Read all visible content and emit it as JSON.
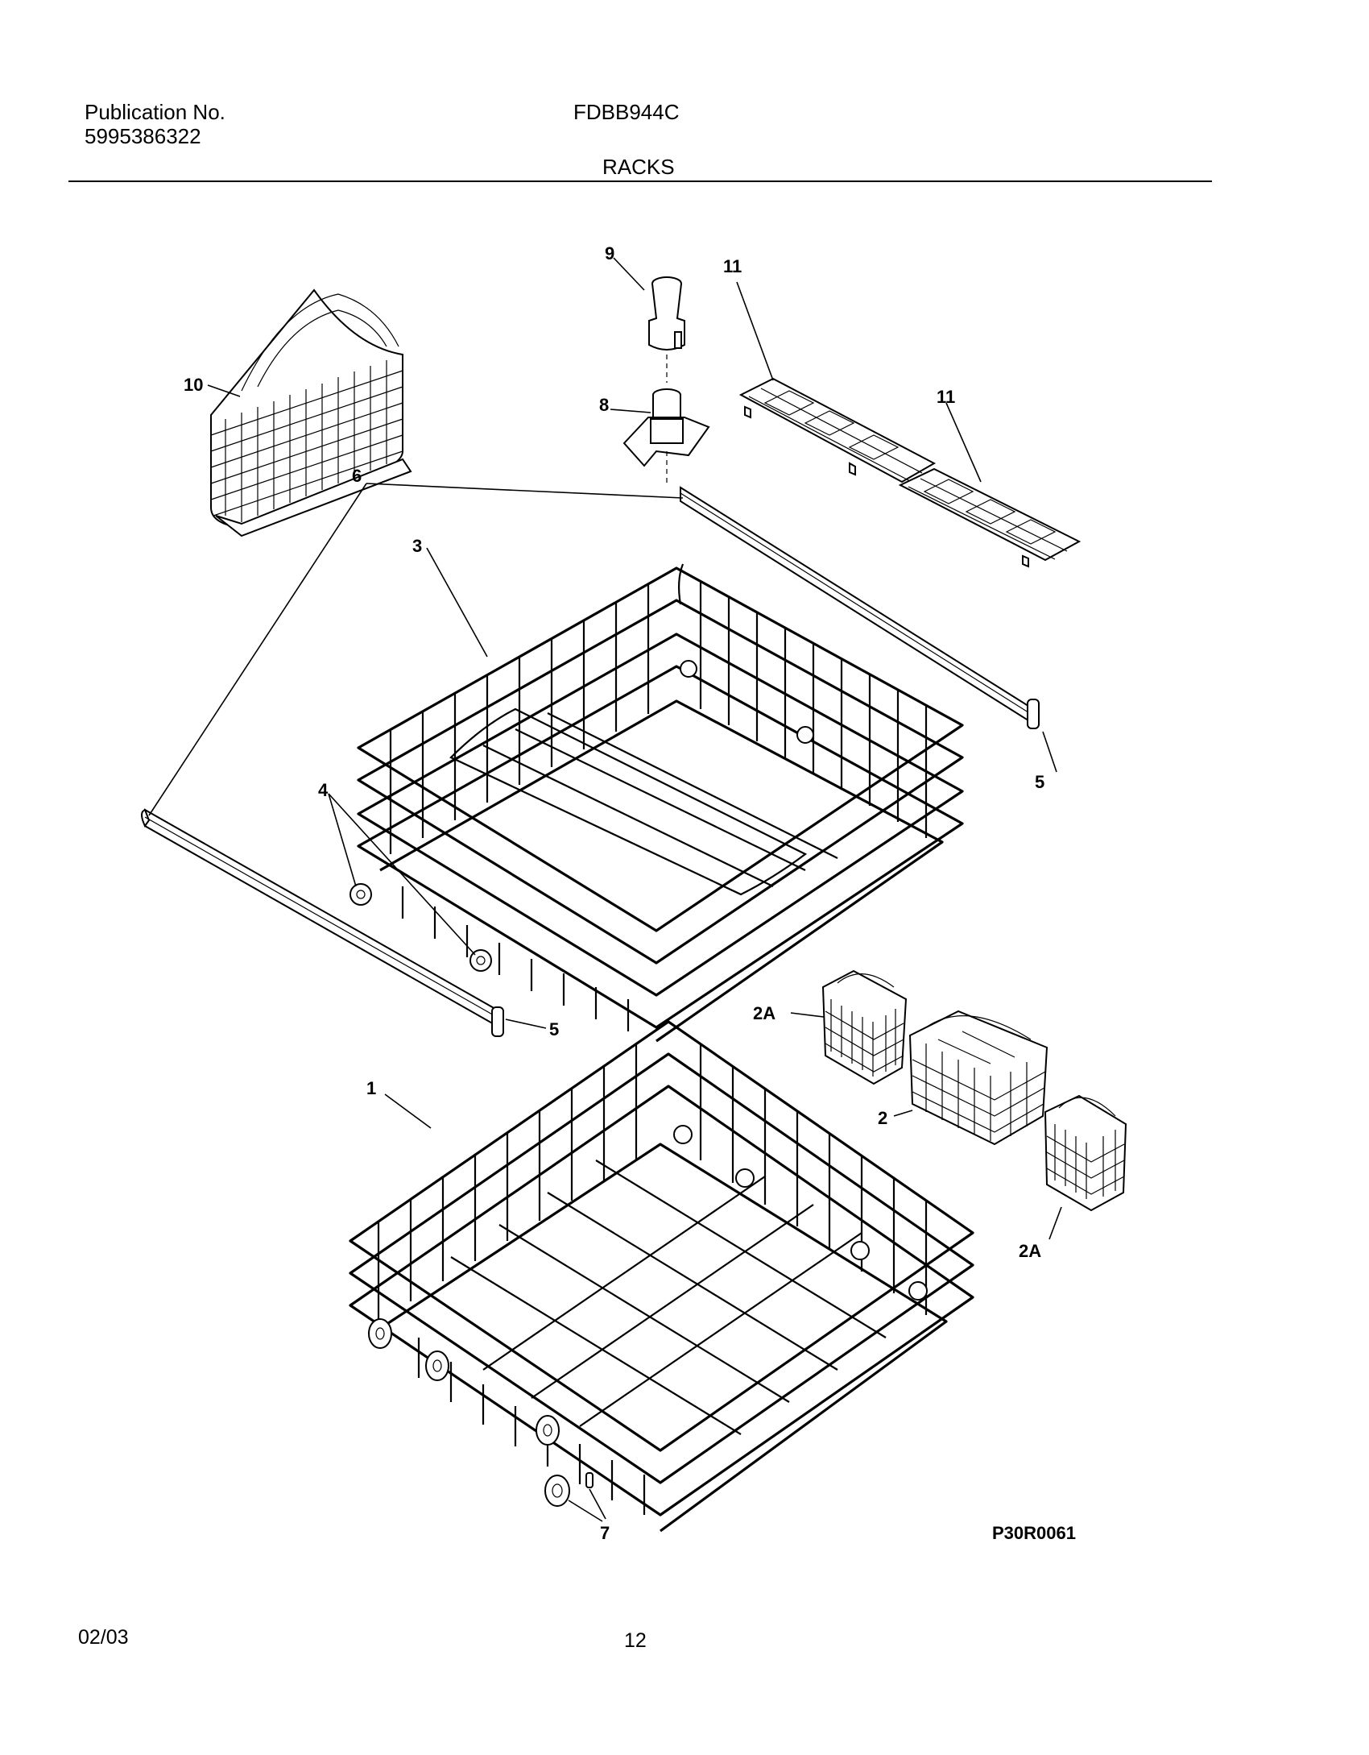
{
  "header": {
    "publication_label": "Publication No.",
    "publication_number": "5995386322",
    "model": "FDBB944C",
    "section_title": "RACKS"
  },
  "callouts": {
    "c1": "1",
    "c2": "2",
    "c2a_top": "2A",
    "c2a_bottom": "2A",
    "c3": "3",
    "c4": "4",
    "c5_right": "5",
    "c5_left": "5",
    "c6_rail": "6",
    "c6_part": "6",
    "c7": "7",
    "c8": "8",
    "c9": "9",
    "c10": "10",
    "c11_left": "11",
    "c11_right": "11"
  },
  "diagram_code": "P30R0061",
  "footer": {
    "date": "02/03",
    "page": "12"
  }
}
